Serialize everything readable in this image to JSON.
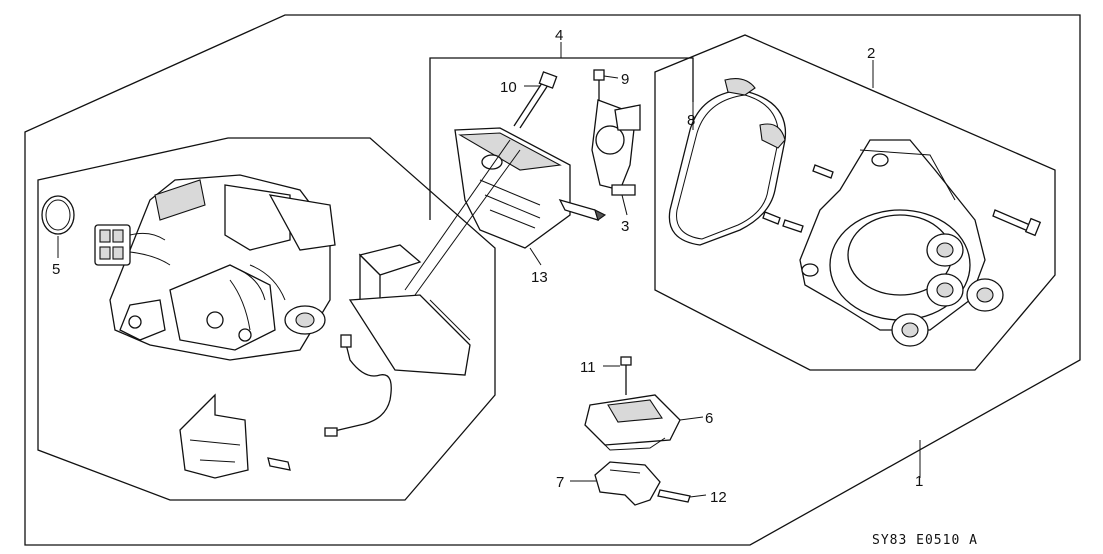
{
  "diagram": {
    "callouts": {
      "c1": "1",
      "c2": "2",
      "c3": "3",
      "c4": "4",
      "c5": "5",
      "c6": "6",
      "c7": "7",
      "c8": "8",
      "c9": "9",
      "c10": "10",
      "c11": "11",
      "c12": "12",
      "c13": "13"
    },
    "figure_code": "SY83 E0510 A"
  }
}
